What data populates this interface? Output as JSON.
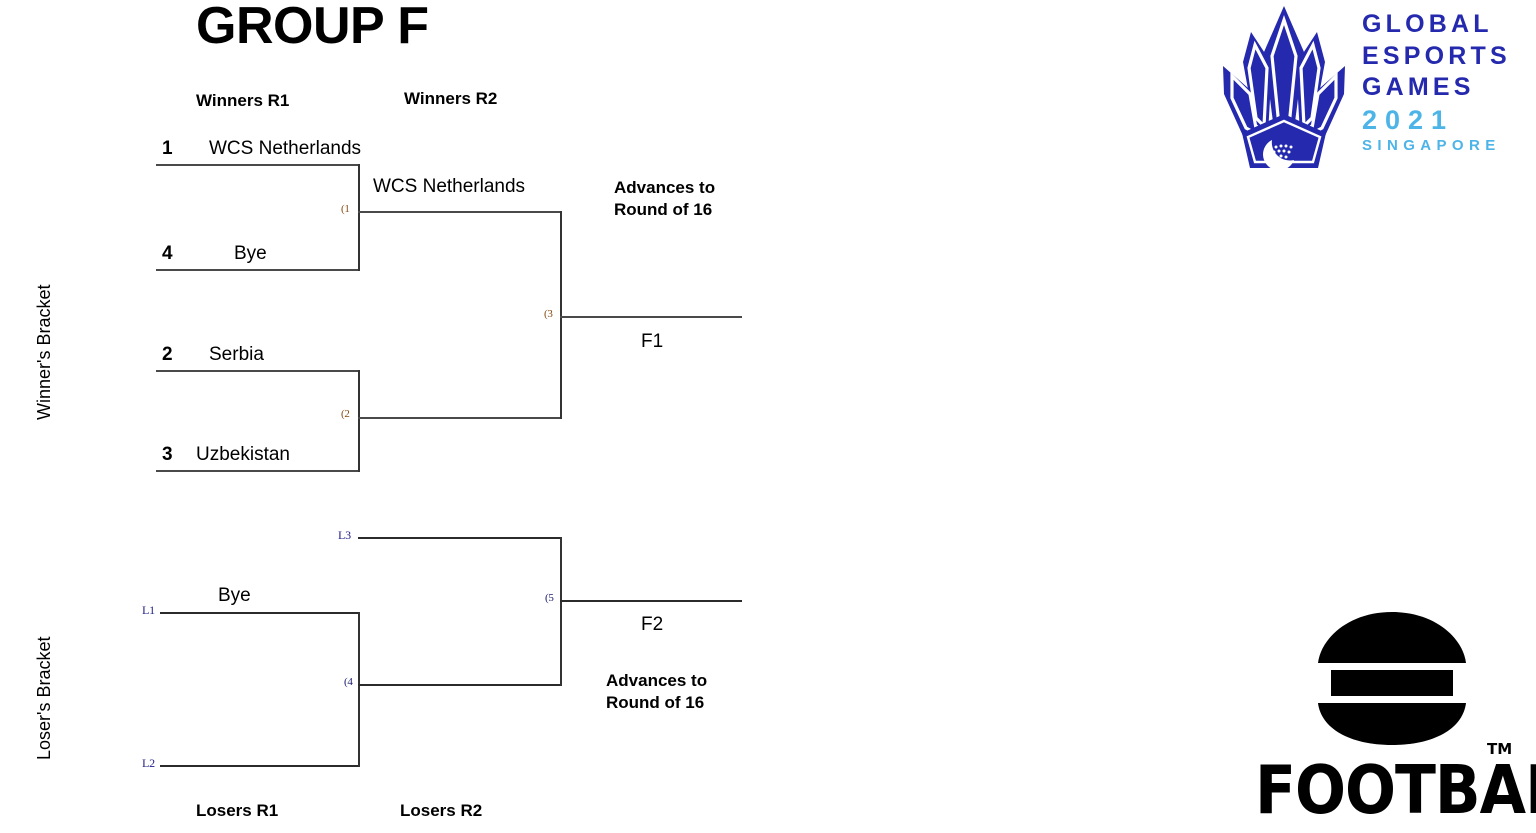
{
  "title": "GROUP F",
  "side_labels": {
    "winners": "Winner's Bracket",
    "losers": "Loser's Bracket"
  },
  "round_headers": {
    "winners_r1": "Winners R1",
    "winners_r2": "Winners R2",
    "losers_r1": "Losers R1",
    "losers_r2": "Losers R2"
  },
  "winners_bracket": {
    "r1": [
      {
        "seed": "1",
        "team": "WCS Netherlands"
      },
      {
        "seed": "4",
        "team": "Bye"
      },
      {
        "seed": "2",
        "team": "Serbia"
      },
      {
        "seed": "3",
        "team": "Uzbekistan"
      }
    ],
    "match_tags": {
      "m1": "(1",
      "m2": "(2",
      "m3": "(3"
    },
    "r2_winner_top": "WCS Netherlands",
    "final_slot": "F1",
    "advance_note_line1": "Advances to",
    "advance_note_line2": "Round of 16"
  },
  "losers_bracket": {
    "feeds": {
      "l1": "L1",
      "l2": "L2",
      "l3": "L3"
    },
    "r1_top_label": "Bye",
    "match_tags": {
      "m4": "(4",
      "m5": "(5"
    },
    "final_slot": "F2",
    "advance_note_line1": "Advances to",
    "advance_note_line2": "Round of 16"
  },
  "geg_logo": {
    "line1": "GLOBAL",
    "line2": "ESPORTS",
    "line3": "GAMES",
    "year": "2021",
    "city": "SINGAPORE",
    "color_main": "#2429ad",
    "color_accent": "#4db4e8"
  },
  "efootball_logo": {
    "wordmark": "FOOTBALL",
    "trademark": "TM",
    "color": "#000000"
  }
}
